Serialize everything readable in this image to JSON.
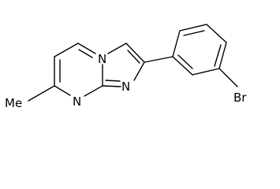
{
  "molecule": {
    "atom_labels": {
      "n_bridgehead": "N",
      "n_pyrimidine": "N",
      "n_imidazole": "N",
      "bromine": "Br",
      "methyl": "Me"
    },
    "colors": {
      "bond": "#000000",
      "label": "#000000",
      "background": "#ffffff"
    }
  }
}
